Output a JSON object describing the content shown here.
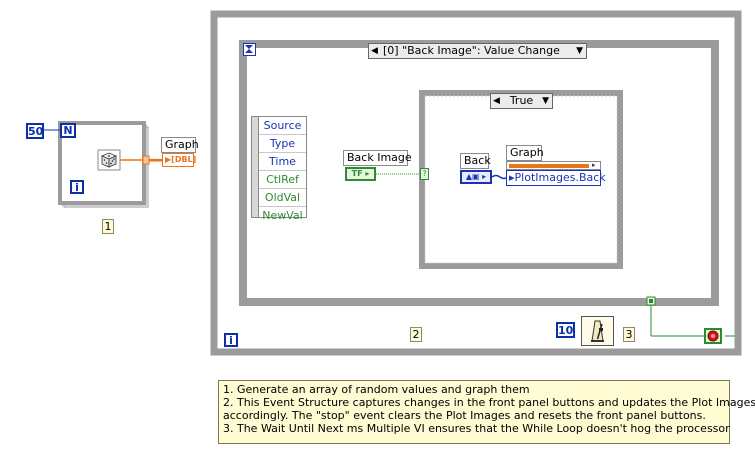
{
  "left_section": {
    "loop_count": "50",
    "count_terminal": "N",
    "iteration_terminal": "i",
    "graph_label": "Graph",
    "graph_type": "DBL",
    "step_tag": "1"
  },
  "while_loop": {
    "iteration_terminal": "i",
    "step_tag": "2",
    "wait_value": "10",
    "wait_step_tag": "3"
  },
  "event_structure": {
    "selector_label": "[0] \"Back Image\": Value Change",
    "event_data": [
      "Source",
      "Type",
      "Time",
      "CtlRef",
      "OldVal",
      "NewVal"
    ],
    "back_image_label": "Back Image",
    "bool_terminal": "TF"
  },
  "case_structure": {
    "selector_label": "True",
    "back_label": "Back",
    "graph_label": "Graph",
    "property_label": "PlotImages.Back"
  },
  "notes": [
    "1.  Generate an array of random values and graph them",
    "2.  This Event Structure captures changes in the front panel buttons and updates the Plot Images",
    "      accordingly.  The \"stop\" event clears the Plot Images and resets the front panel buttons.",
    "3.  The Wait Until Next ms Multiple VI ensures that the While Loop doesn't hog the processor"
  ],
  "colors": {
    "structure_gray": "#9b9b9b",
    "wire_orange": "#e8741e",
    "wire_green": "#2f8b2f",
    "wire_blue": "#1b34b4",
    "terminal_blue": "#0a2fa8",
    "note_yellow": "#fffbd2"
  },
  "icons": [
    "dice-icon",
    "metronome-icon",
    "stop-button-icon",
    "loop-condition-icon",
    "dropdown-arrow-icon",
    "event-timeout-icon"
  ]
}
